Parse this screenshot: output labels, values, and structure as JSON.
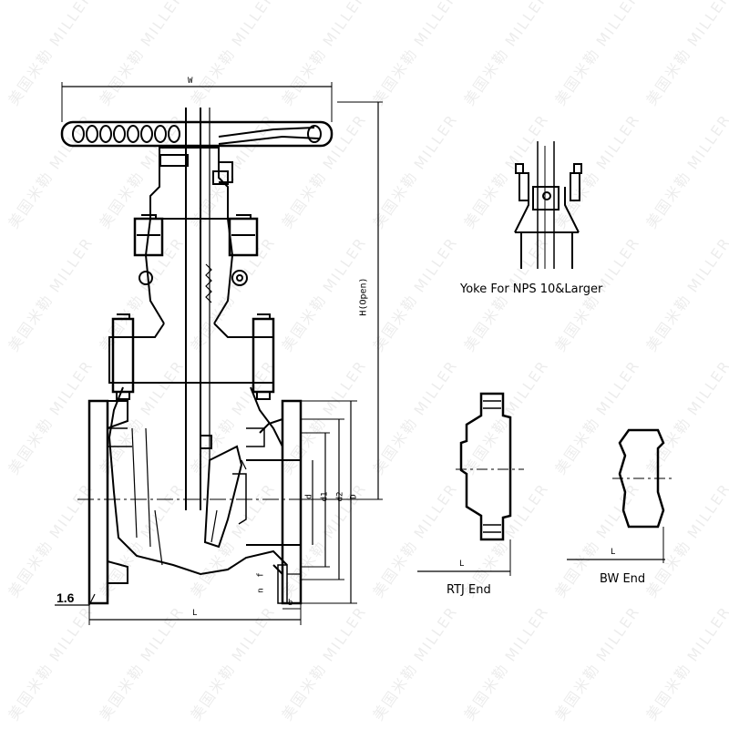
{
  "watermark": {
    "text_cn": "美国米勒",
    "text_en": "MILLER"
  },
  "main_drawing": {
    "dims": {
      "w": "W",
      "h_open": "H(Open)",
      "d": "D",
      "d1": "d1",
      "d2": "d2",
      "d_small": "d",
      "l": "L",
      "b": "b",
      "n": "n",
      "f": "f",
      "roughness": "1.6"
    }
  },
  "details": {
    "yoke_caption": "Yoke For NPS 10&Larger",
    "rtj_caption": "RTJ End",
    "rtj_l": "L",
    "bw_caption": "BW End",
    "bw_l": "L"
  }
}
